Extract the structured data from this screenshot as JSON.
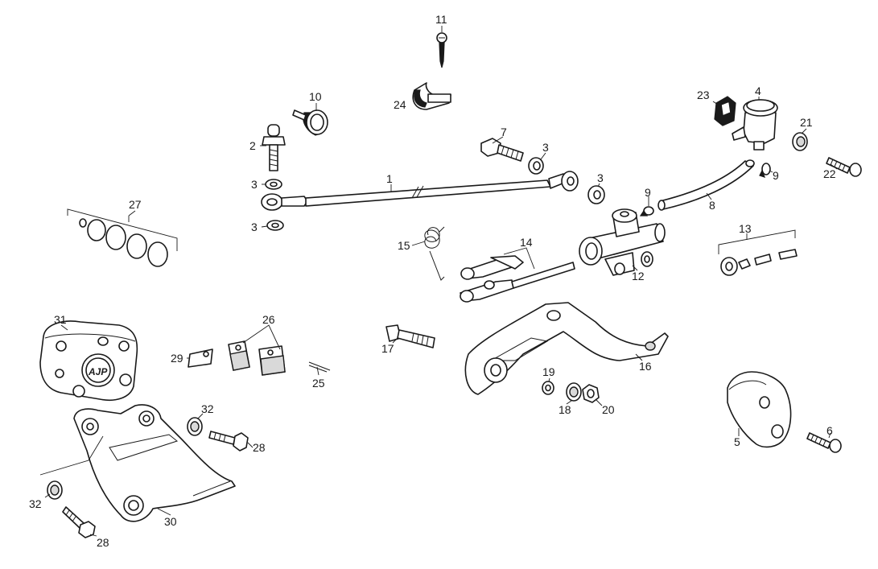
{
  "callouts": [
    {
      "id": "c1",
      "text": "1"
    },
    {
      "id": "c2",
      "text": "2"
    },
    {
      "id": "c3a",
      "text": "3"
    },
    {
      "id": "c3b",
      "text": "3"
    },
    {
      "id": "c3c",
      "text": "3"
    },
    {
      "id": "c3d",
      "text": "3"
    },
    {
      "id": "c4",
      "text": "4"
    },
    {
      "id": "c5",
      "text": "5"
    },
    {
      "id": "c6",
      "text": "6"
    },
    {
      "id": "c7",
      "text": "7"
    },
    {
      "id": "c8",
      "text": "8"
    },
    {
      "id": "c9a",
      "text": "9"
    },
    {
      "id": "c9b",
      "text": "9"
    },
    {
      "id": "c10",
      "text": "10"
    },
    {
      "id": "c11",
      "text": "11"
    },
    {
      "id": "c12",
      "text": "12"
    },
    {
      "id": "c13",
      "text": "13"
    },
    {
      "id": "c14",
      "text": "14"
    },
    {
      "id": "c15",
      "text": "15"
    },
    {
      "id": "c16",
      "text": "16"
    },
    {
      "id": "c17",
      "text": "17"
    },
    {
      "id": "c18",
      "text": "18"
    },
    {
      "id": "c19",
      "text": "19"
    },
    {
      "id": "c20",
      "text": "20"
    },
    {
      "id": "c21",
      "text": "21"
    },
    {
      "id": "c22",
      "text": "22"
    },
    {
      "id": "c23",
      "text": "23"
    },
    {
      "id": "c24",
      "text": "24"
    },
    {
      "id": "c25",
      "text": "25"
    },
    {
      "id": "c26",
      "text": "26"
    },
    {
      "id": "c27",
      "text": "27"
    },
    {
      "id": "c28a",
      "text": "28"
    },
    {
      "id": "c28b",
      "text": "28"
    },
    {
      "id": "c29",
      "text": "29"
    },
    {
      "id": "c30",
      "text": "30"
    },
    {
      "id": "c31",
      "text": "31"
    },
    {
      "id": "c32a",
      "text": "32"
    },
    {
      "id": "c32b",
      "text": "32"
    }
  ],
  "caliper_logo": "AJP"
}
